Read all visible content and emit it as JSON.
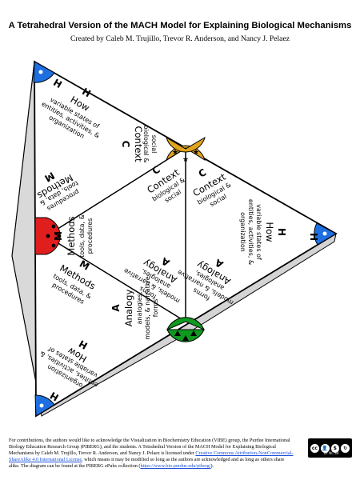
{
  "header": {
    "title": "A Tetrahedral Version of the MACH Model for Explaining Biological Mechanisms",
    "subtitle": "Created by Caleb M. Trujillo, Trevor R. Anderson, and Nancy J. Pelaez"
  },
  "faces": {
    "how": {
      "letter": "H",
      "title": "How",
      "desc": [
        "variable states of",
        "entities, activities, &",
        "organization"
      ]
    },
    "context": {
      "letter": "C",
      "title": "Context",
      "desc": [
        "biological &",
        "social"
      ]
    },
    "methods": {
      "letter": "M",
      "title": "Methods",
      "desc": [
        "tools, data, &",
        "procedures"
      ]
    },
    "analogy": {
      "letter": "A",
      "title": "Analogy",
      "desc": [
        "analogies,",
        "models, & narrative",
        "forms"
      ]
    }
  },
  "colors": {
    "how": "#1e6fe0",
    "context": "#e0a51e",
    "methods": "#e01e1e",
    "analogy": "#0f9a1f",
    "edge_shadow": "#cfcfcf"
  },
  "footer": {
    "text_1": "For contributions, the authors would like to acknowledge the Visualization in Biochemistry Education (VIBE) group, the Purdue International Biology Education Research Group (PIBERG), and the students. A Tetrahedral Version of the MACH Model for Explaining Biological Mechanisms by Caleb M. Trujillo, Trevor R. Anderson, and Nancy J. Pelaez is licensed under",
    "link_license": "Creative Commons Attribution-NonCommercial-ShareAlike 4.0 International License",
    "text_2": ", which means it may be modified so long as the authors are acknowledged and as long as others share alike. The diagram can be found at the PIBERG ePubs collection (",
    "link_url": "https://www.bio.purdue.edu/piberg/",
    "text_3": ")."
  },
  "license_badge": {
    "cc": "cc",
    "labels": "BY  NC  SA"
  }
}
